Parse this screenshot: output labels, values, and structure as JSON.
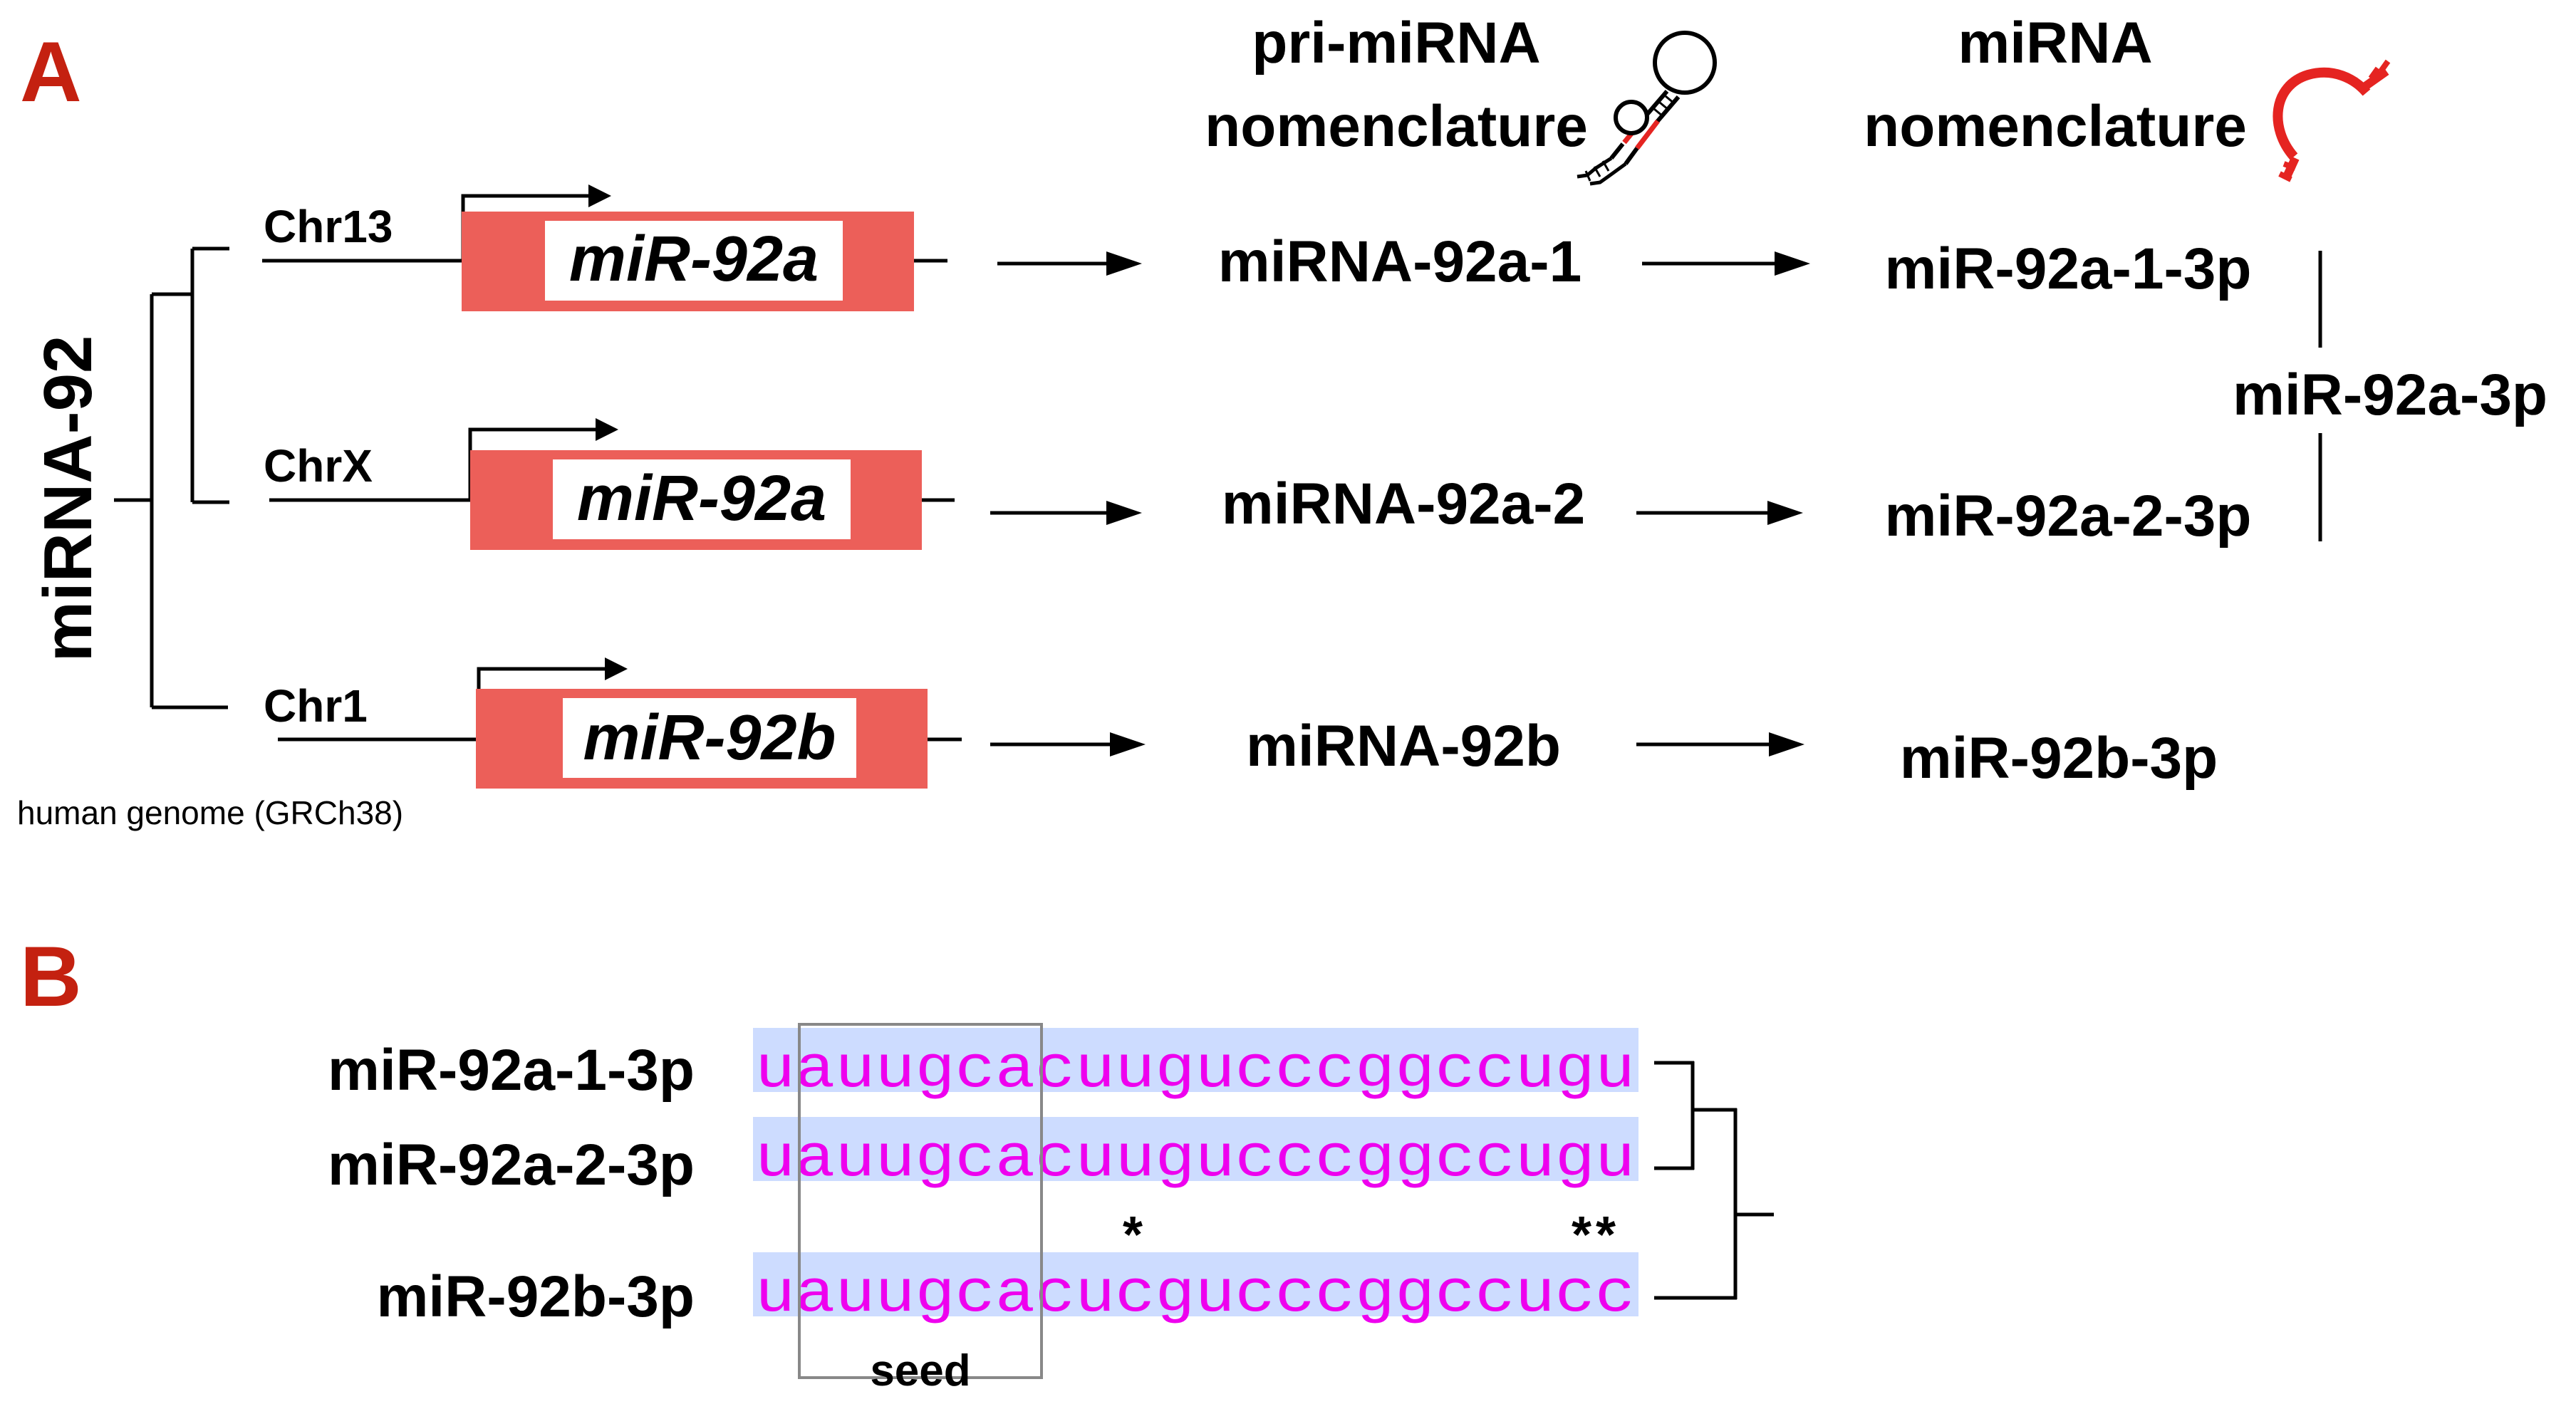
{
  "panels": {
    "a": "A",
    "b": "B"
  },
  "family_label": "miRNA-92",
  "genome_note": "human genome (GRCh38)",
  "headers": {
    "pri_line1": "pri-miRNA",
    "pri_line2": "nomenclature",
    "mirna_line1": "miRNA",
    "mirna_line2": "nomenclature"
  },
  "genes": [
    {
      "chrom": "Chr13",
      "gene": "miR-92a",
      "pri": "miRNA-92a-1",
      "mature": "miR-92a-1-3p"
    },
    {
      "chrom": "ChrX",
      "gene": "miR-92a",
      "pri": "miRNA-92a-2",
      "mature": "miR-92a-2-3p"
    },
    {
      "chrom": "Chr1",
      "gene": "miR-92b",
      "pri": "miRNA-92b",
      "mature": "miR-92b-3p"
    }
  ],
  "merged_mature": "miR-92a-3p",
  "alignment": {
    "rows": [
      {
        "name": "miR-92a-1-3p",
        "seq": "uauugcacuugucccggccugu"
      },
      {
        "name": "miR-92a-2-3p",
        "seq": "uauugcacuugucccggccugu"
      },
      {
        "name": "miR-92b-3p",
        "seq": "uauugcacucgucccggccucc"
      }
    ],
    "mismatch_star_single": "*",
    "mismatch_star_double": "**",
    "seed_label": "seed"
  },
  "colors": {
    "panel_letter": "#c42110",
    "gene_box": "#ec5f59",
    "sequence_text": "#ee00ee",
    "sequence_bg": "#cddcff",
    "hairpin_red": "#e52421",
    "seed_box": "#888888"
  }
}
